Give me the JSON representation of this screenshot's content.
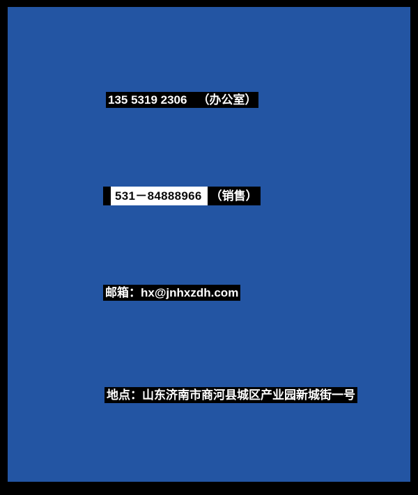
{
  "page": {
    "background_color": "#2355a3",
    "frame_color": "#000000",
    "highlight_color": "#000000",
    "text_color": "#ffffff",
    "sales_box_color": "#ffffff"
  },
  "contact": {
    "office_phone": "135 5319 2306",
    "office_label": "（办公室）",
    "sales_phone": "531－84888966",
    "sales_label": "（销售）",
    "email_line": "邮箱：hx@jnhxzdh.com",
    "address_line": "地点：山东济南市商河县城区产业园新城街一号"
  }
}
